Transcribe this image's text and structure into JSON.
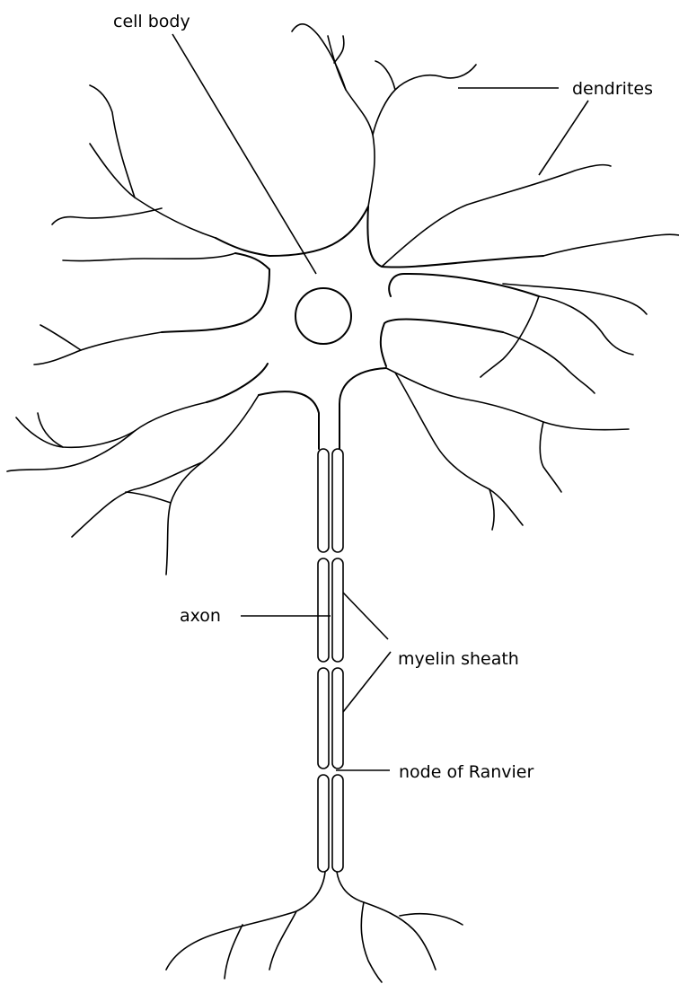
{
  "labels": {
    "cell_body": "cell body",
    "dendrites": "dendrites",
    "axon": "axon",
    "myelin_sheath": "myelin sheath",
    "node_of_ranvier": "node of Ranvier"
  },
  "colors": {
    "line": "#000000",
    "background": "#ffffff"
  }
}
